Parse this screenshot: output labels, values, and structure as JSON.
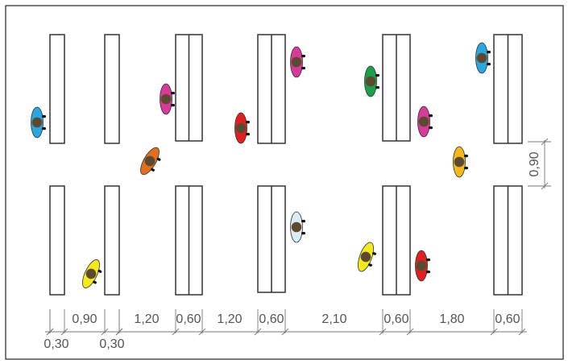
{
  "dimensions": {
    "top_row": [
      "0,90",
      "1,20",
      "0,60",
      "1,20",
      "0,60",
      "2,10",
      "0,60",
      "1,80",
      "0,60"
    ],
    "bottom_row": [
      "0,30",
      "0,30"
    ],
    "vertical_gap": "0,90"
  },
  "person_colors": {
    "blue": "#2aa7e0",
    "magenta": "#d63a9a",
    "orange": "#e0701e",
    "red": "#e02020",
    "green": "#1aa04a",
    "yellow_orange": "#f2b81c",
    "yellow": "#f2ea1c",
    "light_blue": "#dcecf4"
  },
  "line_colors": {
    "tables": "#333333",
    "dimensions": "#777777",
    "frame": "#222222"
  }
}
